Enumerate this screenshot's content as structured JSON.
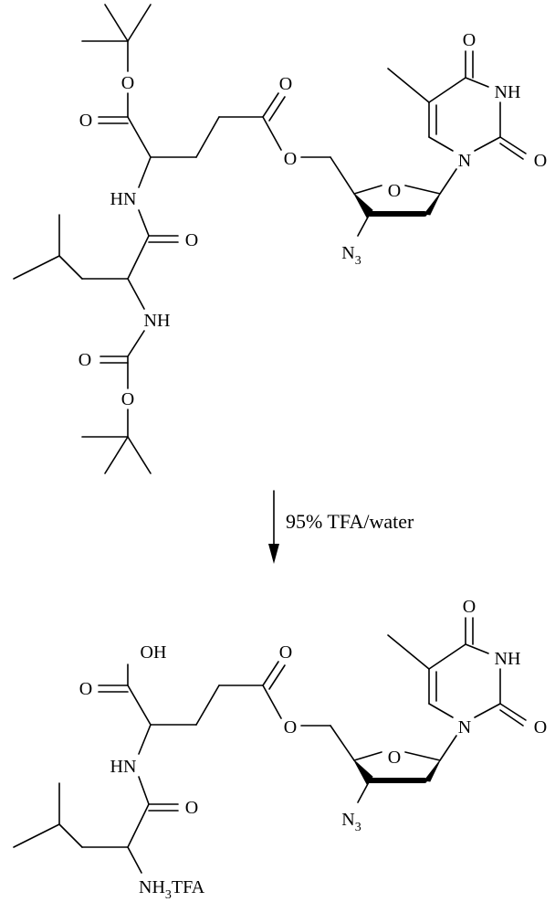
{
  "reaction": {
    "conditions": "95% TFA/water"
  },
  "molecules": [
    {
      "labels": {
        "o_tbu_ester": "O",
        "o_carbonyl_ester": "O",
        "o_sidechain_carbonyl": "O",
        "o_sidechain_link": "O",
        "hn": "HN",
        "o_amide": "O",
        "nh": "NH",
        "o_carbamate_carbonyl": "O",
        "o_carbamate_link": "O",
        "o_ring": "O",
        "n3": "N",
        "n3_sub": "3",
        "o_thy_top": "O",
        "nh_thy": "NH",
        "o_thy_right": "O",
        "n_thy": "N"
      }
    },
    {
      "labels": {
        "oh": "OH",
        "o_carbonyl_acid": "O",
        "o_sidechain_carbonyl": "O",
        "o_sidechain_link": "O",
        "hn": "HN",
        "o_amide": "O",
        "nh3": "NH",
        "nh3_sub": "3",
        "tfa": "TFA",
        "o_ring": "O",
        "n3": "N",
        "n3_sub": "3",
        "o_thy_top": "O",
        "nh_thy": "NH",
        "o_thy_right": "O",
        "n_thy": "N"
      }
    }
  ]
}
